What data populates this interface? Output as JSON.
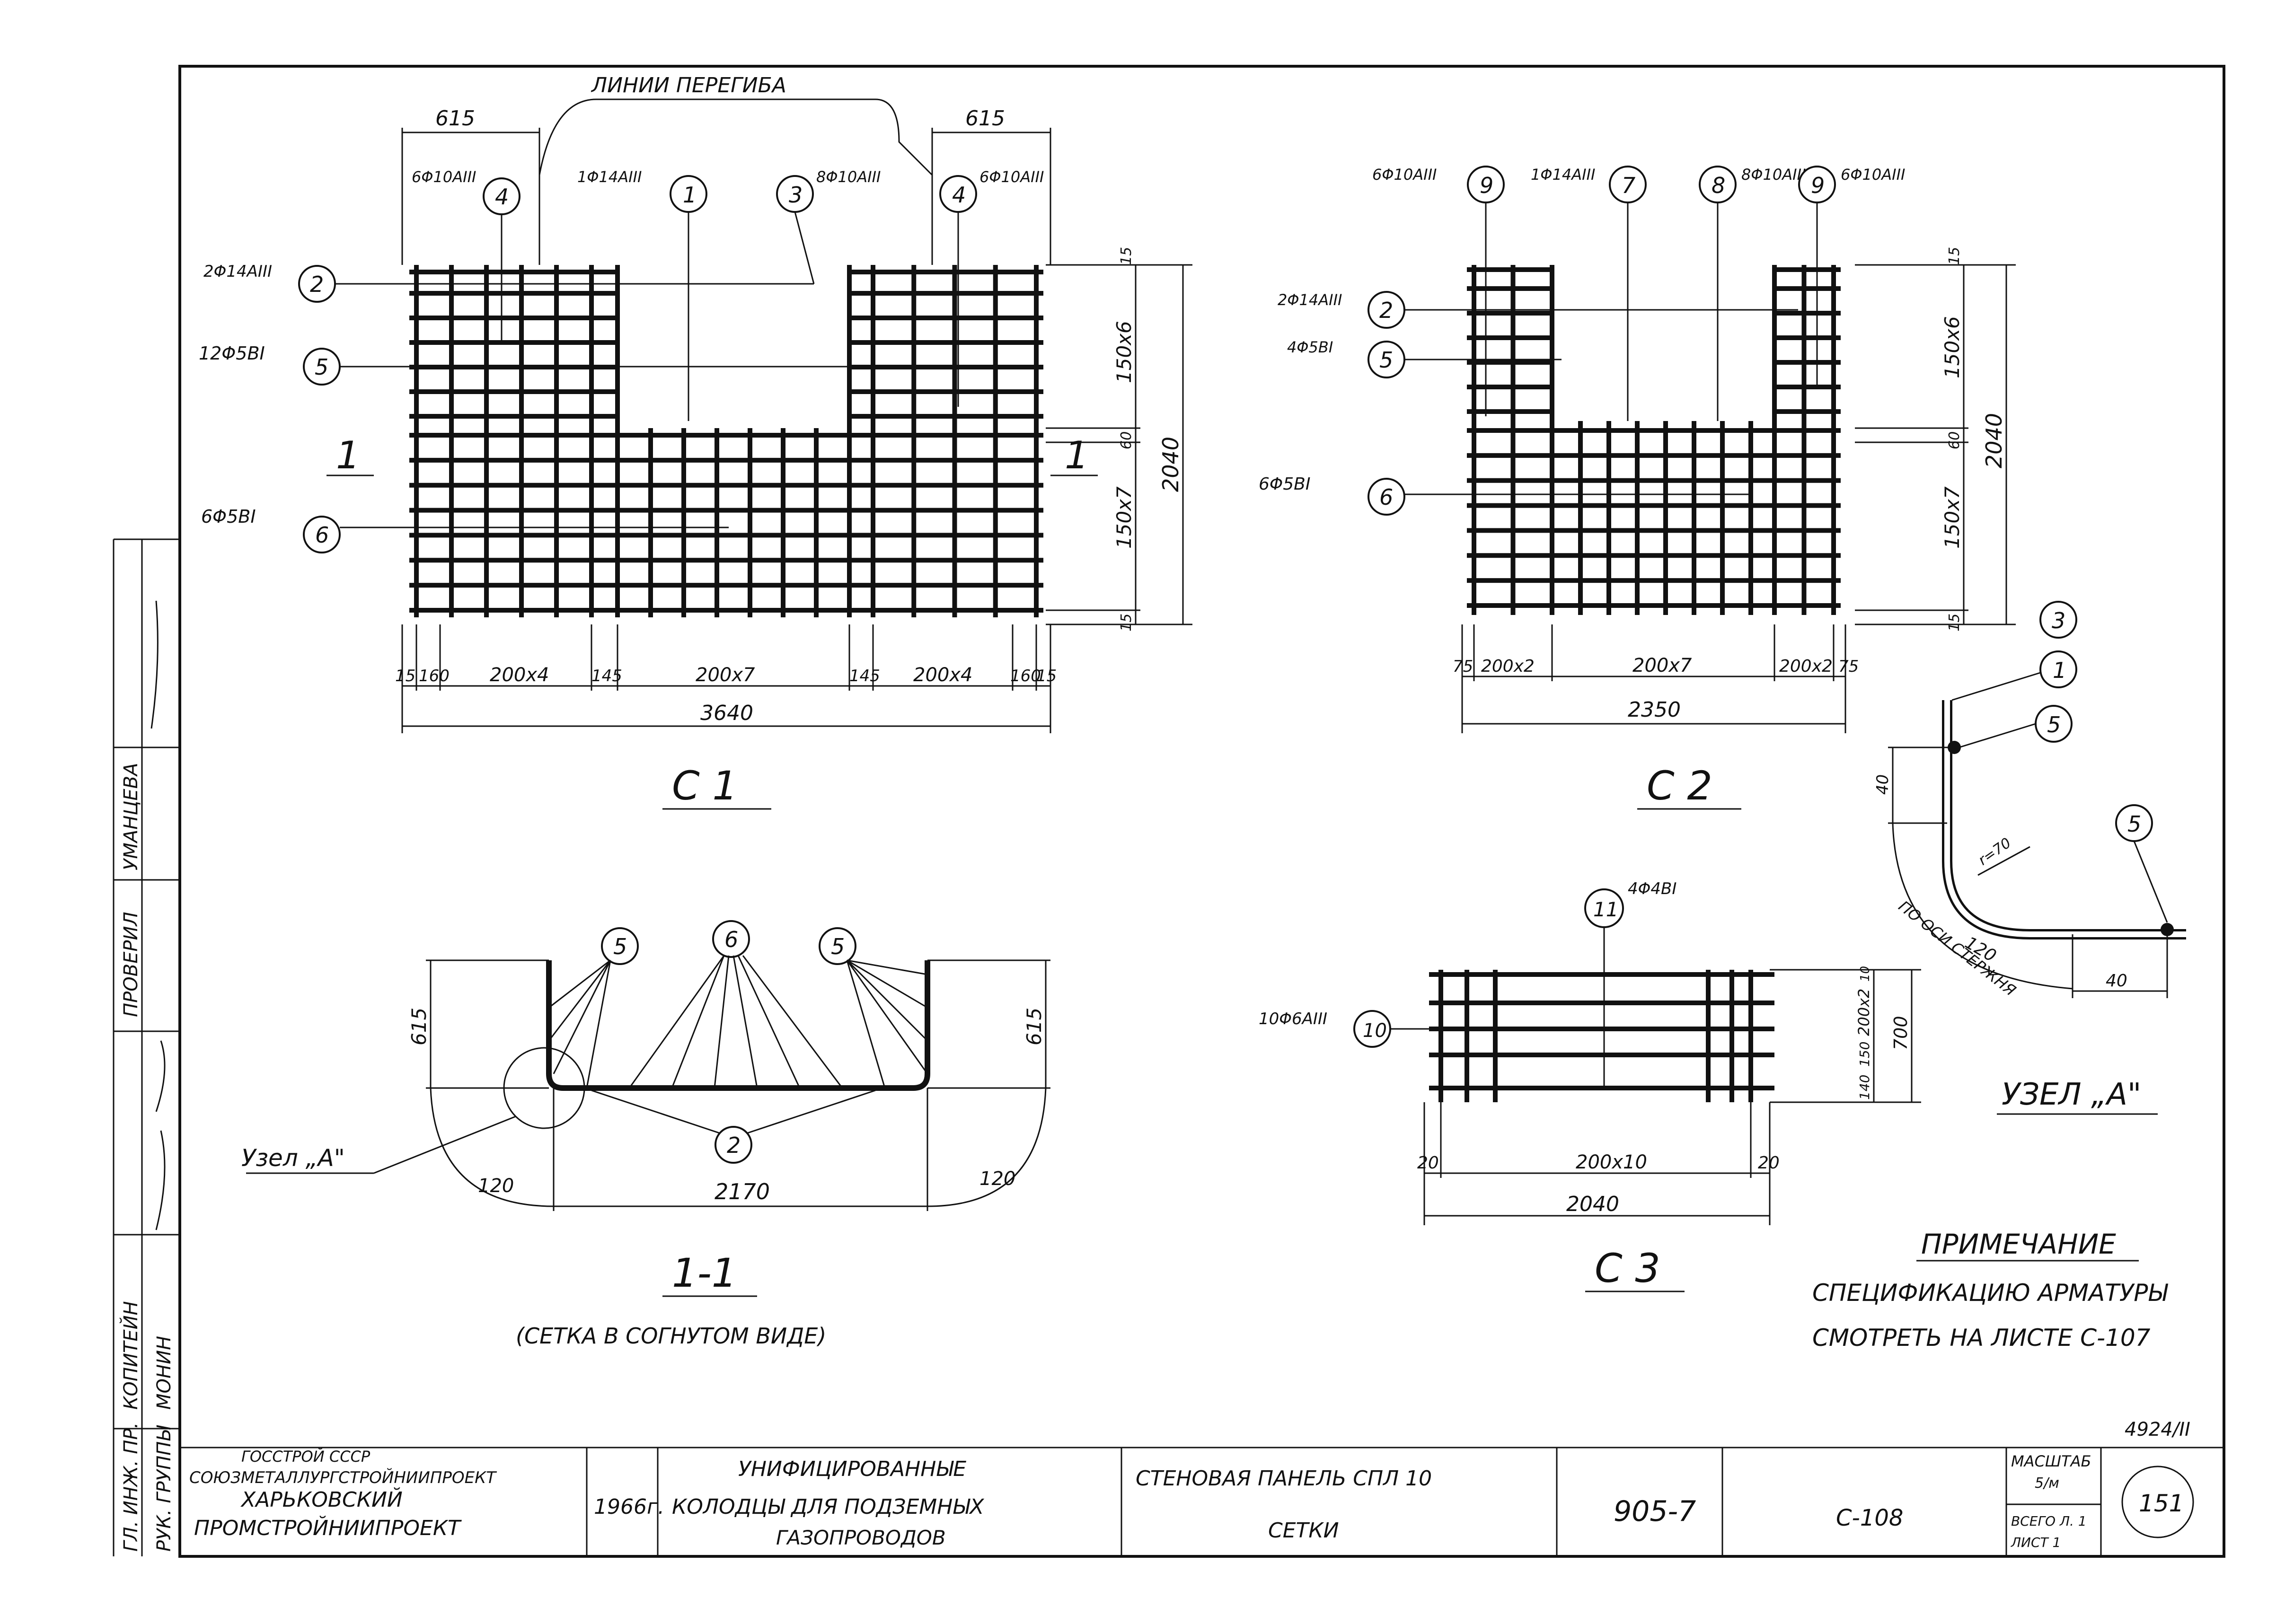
{
  "top_note": "ЛИНИИ ПЕРЕГИБА",
  "c1": {
    "title": "С 1",
    "top_dims": [
      "615",
      "615"
    ],
    "callouts": [
      {
        "num": "4",
        "spec": "6Φ10AIII"
      },
      {
        "num": "1",
        "spec": "1Φ14AIII"
      },
      {
        "num": "3",
        "spec": "8Φ10AIII"
      },
      {
        "num": "4",
        "spec": "6Φ10AIII"
      },
      {
        "num": "2",
        "spec": "2Φ14AIII"
      },
      {
        "num": "5",
        "spec": "12Φ5BI"
      },
      {
        "num": "6",
        "spec": "6Φ5BI"
      }
    ],
    "section_mark": "1",
    "right_dims": [
      "15",
      "150x6",
      "60",
      "150x7",
      "15"
    ],
    "height_total": "2040",
    "bottom_dims": [
      "15",
      "160",
      "200x4",
      "145",
      "200x7",
      "145",
      "200x4",
      "160",
      "15"
    ],
    "width_total": "3640"
  },
  "c2": {
    "title": "С 2",
    "callouts": [
      {
        "num": "9",
        "spec": "6Φ10AIII"
      },
      {
        "num": "7",
        "spec": "1Φ14AIII"
      },
      {
        "num": "8",
        "spec": "8Φ10AIII"
      },
      {
        "num": "9",
        "spec": "6Φ10AIII"
      },
      {
        "num": "2",
        "spec": "2Φ14AIII"
      },
      {
        "num": "5",
        "spec": "4Φ5BI"
      },
      {
        "num": "6",
        "spec": "6Φ5BI"
      }
    ],
    "right_dims": [
      "15",
      "150x6",
      "60",
      "150x7",
      "15"
    ],
    "height_total": "2040",
    "bottom_dims": [
      "75",
      "200x2",
      "200x7",
      "200x2",
      "75"
    ],
    "width_total": "2350"
  },
  "section11": {
    "title": "1-1",
    "subtitle": "(СЕТКА В СОГНУТОМ ВИДЕ)",
    "callouts": [
      "5",
      "6",
      "5",
      "2"
    ],
    "left_dim": "615",
    "right_dim": "615",
    "radius_dims": [
      "120",
      "120"
    ],
    "width": "2170",
    "node_label": "Узел „А\""
  },
  "c3": {
    "title": "С 3",
    "callouts": [
      {
        "num": "11",
        "spec": "4Φ4BI"
      },
      {
        "num": "10",
        "spec": "10Φ6AIII"
      }
    ],
    "right_dims": [
      "10",
      "200x2",
      "150",
      "140"
    ],
    "height_total": "700",
    "bottom_dims": [
      "20",
      "200x10",
      "20"
    ],
    "width_total": "2040"
  },
  "node": {
    "title": "УЗЕЛ „А\"",
    "callouts": [
      "3",
      "1",
      "5",
      "5"
    ],
    "dims": [
      "40",
      "r=70",
      "120",
      "40"
    ],
    "axis_note": "ПО ОСИ СТЕРЖНЯ"
  },
  "note": {
    "heading": "ПРИМЕЧАНИЕ",
    "line1": "СПЕЦИФИКАЦИЮ АРМАТУРЫ",
    "line2": "СМОТРЕТЬ НА ЛИСТЕ С-107"
  },
  "side_stamp": [
    "ГЛ. ИНЖ. ПР.",
    "КОПИТЕЙН",
    "ПРОВЕРИЛ",
    "УМАНЦЕВА",
    "РУК. ГРУППЫ",
    "МОНИН"
  ],
  "code_corner": "4924/II",
  "title_block": {
    "org1": "ГОССТРОЙ СССР",
    "org2": "СОЮЗМЕТАЛЛУРГСТРОЙНИИПРОЕКТ",
    "org3": "ХАРЬКОВСКИЙ",
    "org4": "ПРОМСТРОЙНИИПРОЕКТ",
    "year": "1966г.",
    "project1": "УНИФИЦИРОВАННЫЕ",
    "project2": "КОЛОДЦЫ ДЛЯ ПОДЗЕМНЫХ",
    "project3": "ГАЗОПРОВОДОВ",
    "sheet1": "СТЕНОВАЯ ПАНЕЛЬ СПЛ 10",
    "sheet2": "СЕТКИ",
    "series": "905-7",
    "sheet_code": "С-108",
    "scale_label": "МАСШТАБ",
    "scale": "5/м",
    "total": "ВСЕГО Л. 1",
    "sheet": "ЛИСТ 1",
    "page": "151"
  }
}
